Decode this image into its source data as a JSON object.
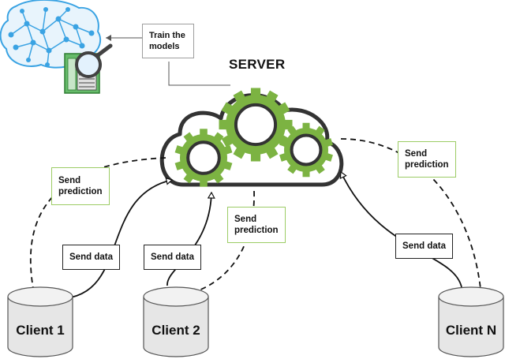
{
  "server": {
    "title": "SERVER"
  },
  "train": {
    "label": "Train the models"
  },
  "predictions": {
    "left": "Send prediction",
    "middle": "Send prediction",
    "right": "Send prediction"
  },
  "send_data": {
    "client1": "Send data",
    "client2": "Send data",
    "clientN": "Send data"
  },
  "clients": [
    {
      "label": "Client 1"
    },
    {
      "label": "Client 2"
    },
    {
      "label": "Client N"
    }
  ],
  "colors": {
    "accent_green": "#7cb342",
    "brain_blue": "#3aa3e3",
    "line": "#111111"
  }
}
